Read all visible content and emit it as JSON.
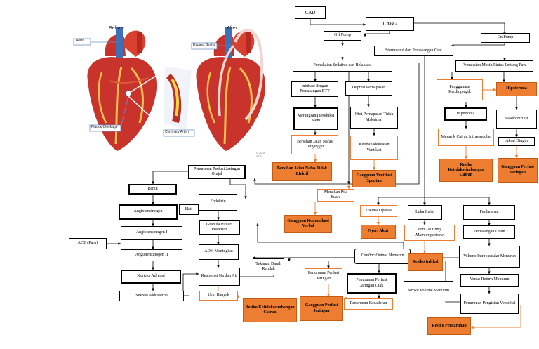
{
  "illustration": {
    "before_label": "Before",
    "after_label": "After",
    "aorta_label": "Aorta",
    "plaque_label": "Plaque Blockage",
    "bypass_label": "Bypass Grafts",
    "coronary_label": "Coronary Artery",
    "copyright": "© 2009 STS"
  },
  "nodes": {
    "cad": "CAD",
    "cabg": "CABG",
    "off_pump": "Off Pump",
    "on_pump": "On Pump",
    "sternotomi": "Sternotomi dan Pemasangan Graf",
    "sedative": "Pemakaian Sedative dan Relaksasi",
    "mesin_pintas": "Pemakaian Mesin Pintas Jantung Paru",
    "intubasi": "Intubasi dengan Pemasangan ETT",
    "depresi": "Depresi Pernapasan",
    "kardioplegik": "Penggunaan Kardioplegik",
    "hipotermia": "Hipotermia",
    "merangsang": "Merangsang Produksi Slem",
    "otot": "Otot Pernapasan Tidak Maksimal",
    "hipertonia": "Hipertonia",
    "vasokontriksi": "Vasokontriksi",
    "bersihan": "Bersihan Jalan Nafas Terganggu",
    "ketidakadekuatan": "Ketidakadekuatan Ventilasi",
    "menarik": "Menarik Cairan Intravascular",
    "akral": "Akral Dingin",
    "dx_bersihan": "Bersihan Jalan Nafas Tidak Efektif",
    "dx_ventilasi": "Gangguan Ventilasi Spontan",
    "dx_resiko_cairan1": "Resiko Ketidakseimbangan Cairan",
    "dx_perfusi1": "Gangguan Perfusi Jaringan",
    "penurunan_ginjal": "Penurunan Perfusi Jaringan Ginjal",
    "renin": "Renin",
    "endokrin": "Endokrin",
    "hati": "Hati",
    "angiotensinogen": "Angiotensinogen",
    "angio1": "Angiotensinogen I",
    "ace": "ACE (Paru)",
    "angio2": "Angiotensinogen II",
    "korteks": "Korteks Adrenal",
    "sekresi": "Sekresi Aldosteron",
    "granula": "Granula Pituari Posterior",
    "adh": "ADH Meningkat",
    "reabsorsi": "Reabsorsi Na dan Air",
    "urin": "Urin Banyak",
    "dx_resiko_cairan2": "Resiko Ketidakseimbangan Cairan",
    "menekan": "Menekan Pita Suara",
    "dx_komunikasi": "Gangguan Komunikasi Verbal",
    "trauma": "Trauma Operasi",
    "luka": "Luka Insisi",
    "perdarahan": "Perdarahan",
    "nyeri": "Nyeri Akut",
    "port": "Port De Entry Microorganisme",
    "pemasangan_drain": "Pemasangan Drain",
    "resiko_infeksi": "Resiko Infeksi",
    "cardiac": "Cardiac Output Menurun",
    "tekanan": "Tekanan Darah Rendah",
    "volume_intra": "Volume Intravascular Menurun",
    "penurunan_perfusi": "Penurunan Perfusi Jaringan",
    "penurunan_otak": "Penurunan Perfusi Jaringan Otak",
    "venus": "Venus Return Menurun",
    "stroke": "Stroke Volume Menurun",
    "dx_perfusi2": "Gangguan Perfusi Jaringan",
    "kesadaran": "Penurunan Kesadaran",
    "pengisian": "Penurunan Pengisian Ventrikel",
    "resiko_perdarahan": "Resiko Perdarahan"
  }
}
